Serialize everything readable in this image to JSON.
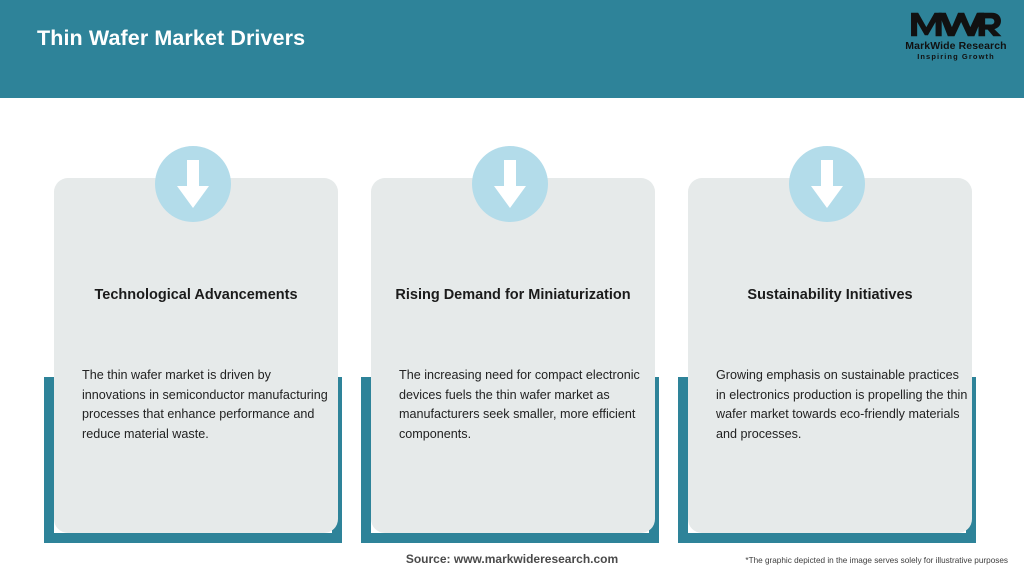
{
  "header": {
    "title": "Thin Wafer Market Drivers",
    "background_color": "#2E8399",
    "title_color": "#FFFFFF"
  },
  "logo": {
    "mark": "MWR",
    "name": "MarkWide Research",
    "tagline": "Inspiring Growth"
  },
  "theme": {
    "teal": "#2E8399",
    "card_grey": "#E6EAEA",
    "badge_blue": "#B3DCEA",
    "arrow_white": "#FFFFFF"
  },
  "columns": [
    {
      "icon": "down-arrow-icon",
      "title": "Technological Advancements",
      "body": "The thin wafer market is driven by innovations in semiconductor manufacturing processes that enhance performance and reduce material waste."
    },
    {
      "icon": "down-arrow-icon",
      "title": "Rising Demand for Miniaturization",
      "body": "The increasing need for compact electronic devices fuels the thin wafer market as manufacturers seek smaller, more efficient components."
    },
    {
      "icon": "down-arrow-icon",
      "title": "Sustainability Initiatives",
      "body": "Growing emphasis on sustainable practices in electronics production is propelling the thin wafer market towards eco-friendly materials and processes."
    }
  ],
  "footer": {
    "source": "Source: www.markwideresearch.com",
    "disclaimer": "*The graphic depicted in the image serves solely for illustrative purposes"
  }
}
